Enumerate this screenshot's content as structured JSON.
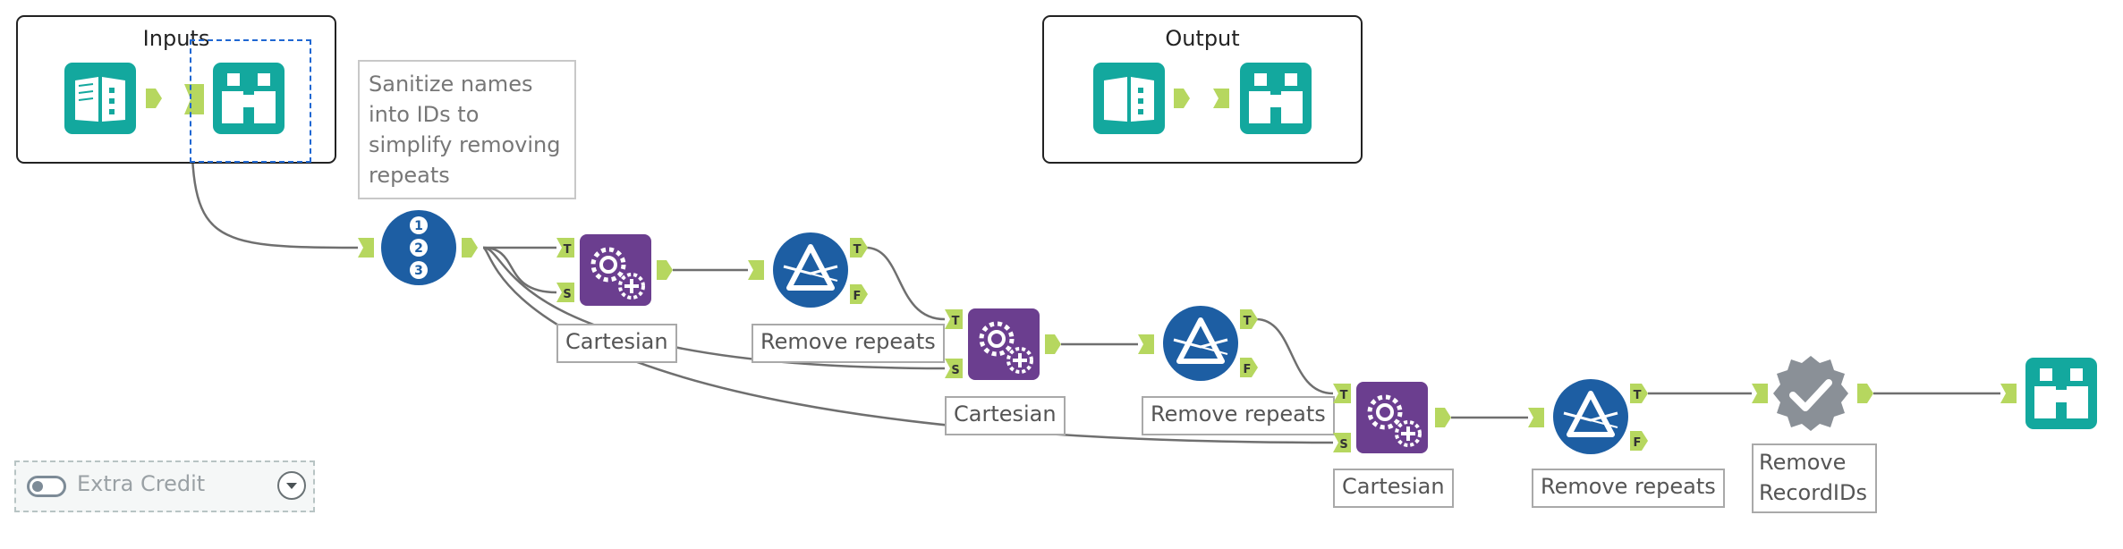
{
  "containers": {
    "inputs_title": "Inputs",
    "output_title": "Output"
  },
  "comment": {
    "text": "Sanitize names into IDs to simplify removing repeats"
  },
  "labels": {
    "cartesian_1": "Cartesian",
    "remove_repeats_1": "Remove repeats",
    "cartesian_2": "Cartesian",
    "remove_repeats_2": "Remove repeats",
    "cartesian_3": "Cartesian",
    "remove_repeats_3": "Remove repeats",
    "remove_recordids": "Remove RecordIDs"
  },
  "anchors": {
    "true": "T",
    "false": "F",
    "source": "S"
  },
  "toggle": {
    "label": "Extra Credit",
    "state": "off"
  },
  "icons": {
    "input": "book-input-icon",
    "browse": "binoculars-browse-icon",
    "record_id": "record-id-icon",
    "macro": "gears-macro-icon",
    "filter": "filter-prism-icon",
    "select": "select-check-icon"
  },
  "colors": {
    "teal": "#13a89e",
    "blue": "#1d5ea3",
    "purple": "#6b3e8f",
    "grey": "#8a9097",
    "anchor": "#b6d75f"
  }
}
